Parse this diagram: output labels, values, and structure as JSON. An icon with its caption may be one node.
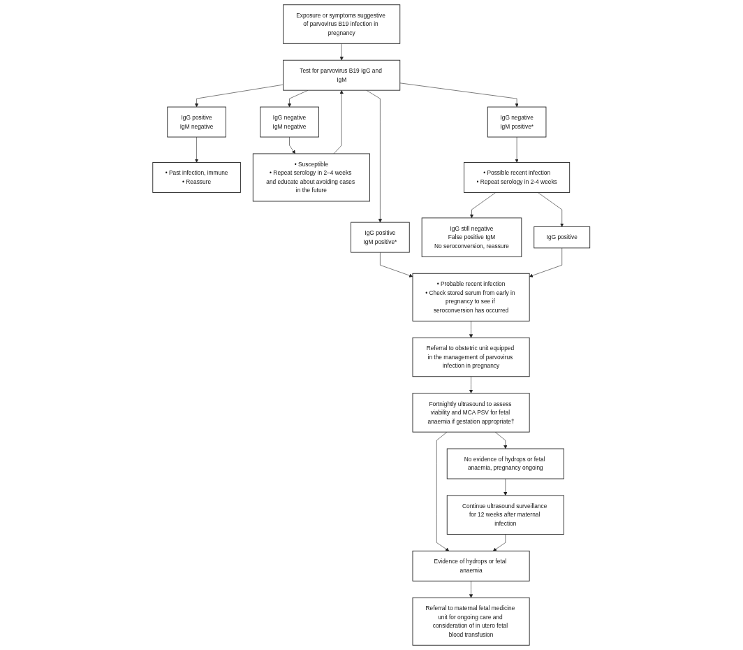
{
  "diagram": {
    "nodes": [
      {
        "text": [
          "Exposure or symptoms suggestive of parvovirus B19 infection in pregnancy"
        ]
      },
      {
        "text": [
          "Test for parvovirus B19 IgG and IgM"
        ]
      },
      {
        "text": [
          "IgG positive",
          "IgM negative"
        ]
      },
      {
        "text": [
          "IgG negative",
          "IgM negative"
        ]
      },
      {
        "text": [
          "IgG negative",
          "IgM positive*"
        ]
      },
      {
        "text": [
          "IgG positive",
          "IgM positive*"
        ]
      },
      {
        "text": [
          "• Past infection, immune",
          "• Reassure"
        ]
      },
      {
        "text": [
          "• Susceptible",
          "• Repeat serology in 2–4 weeks and educate about avoiding cases in the future"
        ]
      },
      {
        "text": [
          "• Possible recent infection",
          "• Repeat serology in 2-4 weeks"
        ]
      },
      {
        "text": [
          "• Probable recent infection",
          "• Check stored serum from early in pregnancy to see if seroconversion has occurred"
        ]
      },
      {
        "text": [
          "IgG still negative",
          "False positive IgM",
          "No seroconversion, reassure"
        ]
      },
      {
        "text": [
          "IgG positive"
        ]
      },
      {
        "text": [
          "Fortnightly ultrasound to assess viability and MCA PSV for fetal anaemia if gestation appropriate†"
        ]
      },
      {
        "text": [
          "Referral to obstetric unit equipped in the management of parvovirus infection in pregnancy"
        ]
      },
      {
        "text": [
          "Evidence of hydrops or fetal anaemia"
        ]
      },
      {
        "text": [
          "No evidence of hydrops or fetal anaemia, pregnancy ongoing"
        ]
      },
      {
        "text": [
          "Referral to maternal fetal medicine unit for ongoing care and consideration of in utero fetal blood transfusion"
        ]
      },
      {
        "text": [
          "Continue ultrasound surveillance for 12 weeks after maternal infection"
        ]
      }
    ],
    "edges": [
      {
        "from": 0,
        "to": 1,
        "arrow": "to"
      },
      {
        "from": 1,
        "to": 2,
        "arrow": "to"
      },
      {
        "from": 1,
        "to": 3,
        "arrow": "to"
      },
      {
        "from": 1,
        "to": 4,
        "arrow": "to"
      },
      {
        "from": 1,
        "to": 5,
        "arrow": "to"
      },
      {
        "from": 2,
        "to": 6,
        "arrow": "to"
      },
      {
        "from": 3,
        "to": 7,
        "arrow": "to"
      },
      {
        "from": 4,
        "to": 8,
        "arrow": "to"
      },
      {
        "from": 5,
        "to": 9,
        "arrow": "to"
      },
      {
        "from": 7,
        "to": 1,
        "arrow": "to"
      },
      {
        "from": 8,
        "to": 10,
        "arrow": "to"
      },
      {
        "from": 8,
        "to": 11,
        "arrow": "to"
      },
      {
        "from": 11,
        "to": 9,
        "arrow": "to"
      },
      {
        "from": 9,
        "to": 13,
        "arrow": "to"
      },
      {
        "from": 13,
        "to": 12,
        "arrow": "to"
      },
      {
        "from": 12,
        "to": 14,
        "arrow": "to"
      },
      {
        "from": 12,
        "to": 15,
        "arrow": "to"
      },
      {
        "from": 14,
        "to": 16,
        "arrow": "to"
      },
      {
        "from": 15,
        "to": 17,
        "arrow": "to"
      },
      {
        "from": 17,
        "to": 14,
        "arrow": "to"
      }
    ]
  }
}
